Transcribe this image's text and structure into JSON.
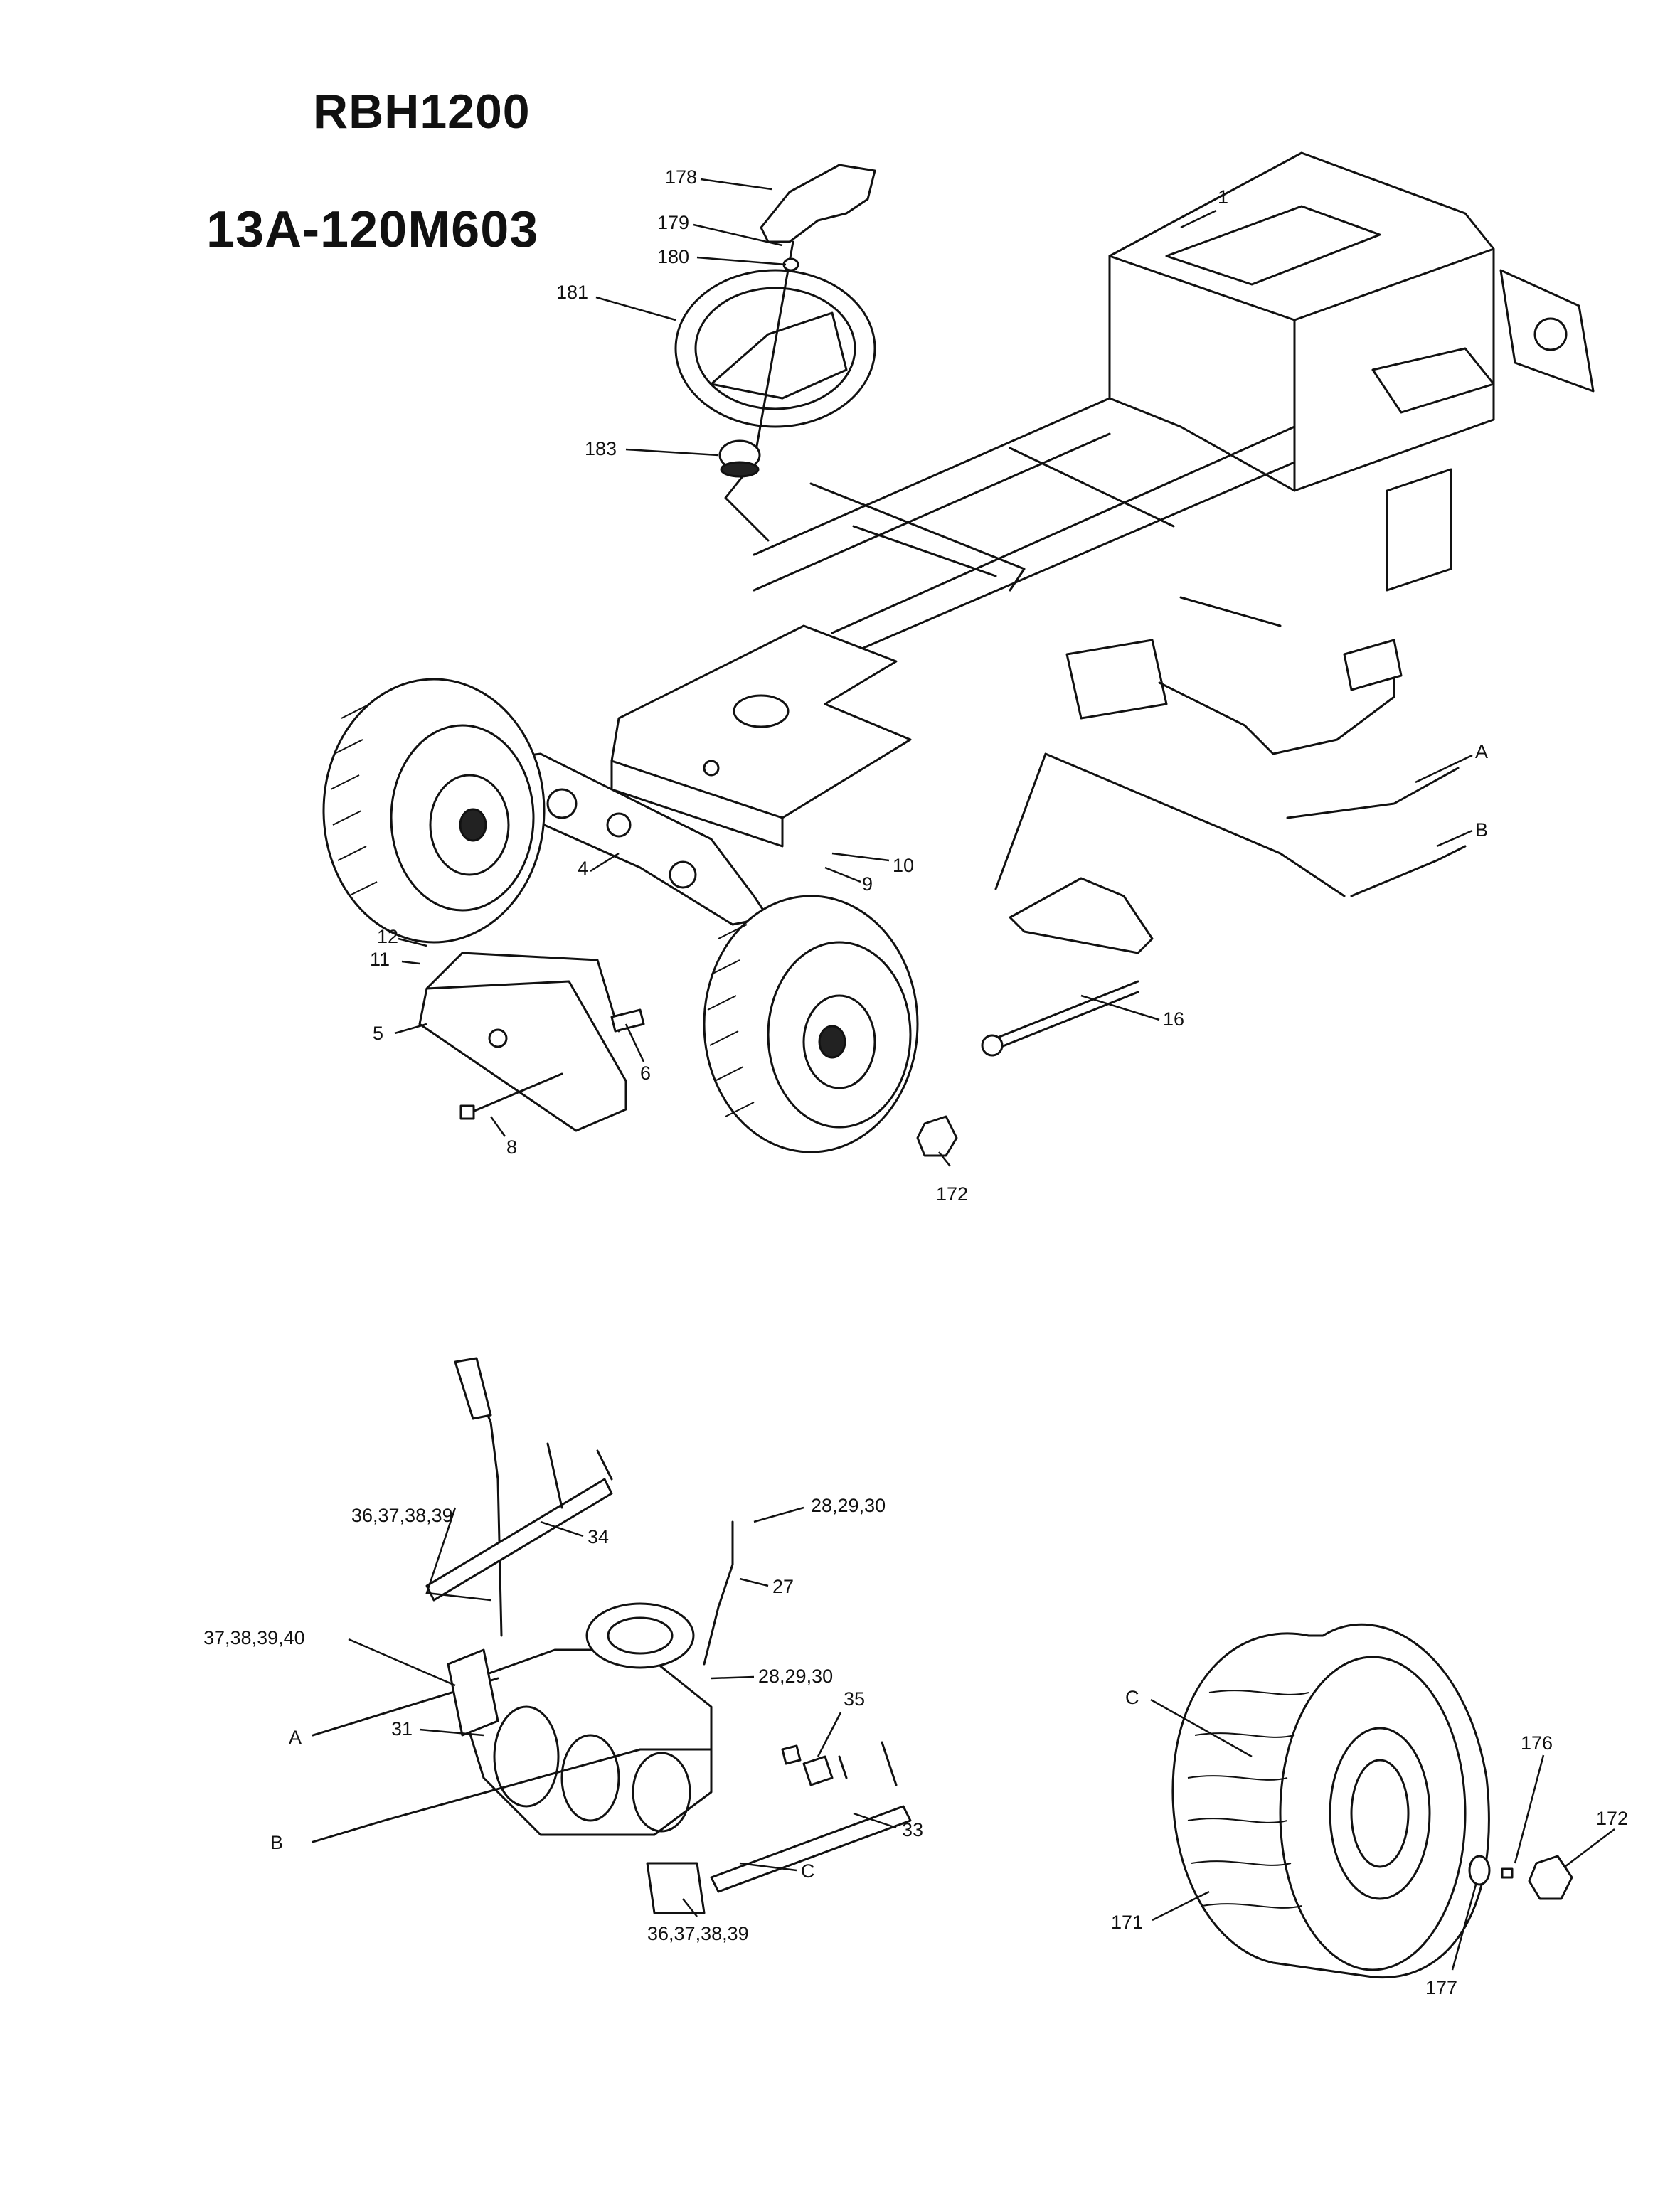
{
  "header": {
    "model": "RBH1200",
    "part_number": "13A-120M603"
  },
  "callouts_top": {
    "c178": "178",
    "c179": "179",
    "c180": "180",
    "c181": "181",
    "c183": "183",
    "c1": "1",
    "cA": "A",
    "cB": "B",
    "c10": "10",
    "c9": "9",
    "c4": "4",
    "c12": "12",
    "c11": "11",
    "c5": "5",
    "c6": "6",
    "c8": "8",
    "c16": "16",
    "c172": "172"
  },
  "callouts_bottom": {
    "c36_top": "36,37,38,39",
    "c34": "34",
    "c28_top": "28,29,30",
    "c27": "27",
    "c37": "37,38,39,40",
    "c28_mid": "28,29,30",
    "cA": "A",
    "c31": "31",
    "c35": "35",
    "cB": "B",
    "c33": "33",
    "cC": "C",
    "c36_bot": "36,37,38,39"
  },
  "callouts_wheel": {
    "cC": "C",
    "c176": "176",
    "c172": "172",
    "c171": "171",
    "c177": "177"
  }
}
